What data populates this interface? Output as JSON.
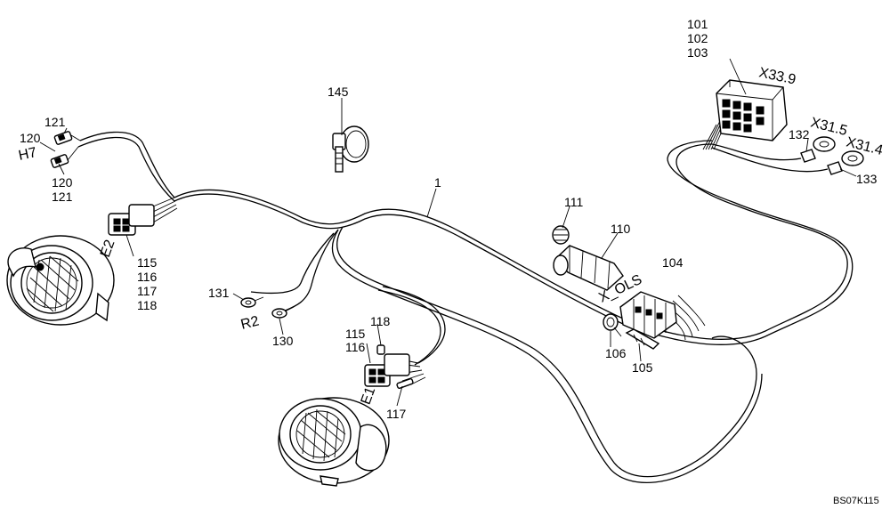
{
  "drawing": {
    "code": "BS07K115"
  },
  "callouts": {
    "harness": "1",
    "rear_connector": [
      "101",
      "102",
      "103"
    ],
    "plug_x_ols": "104",
    "pin_105": "105",
    "seal_106": "106",
    "housing_110": "110",
    "plug_111": "111",
    "e2_parts": [
      "115",
      "116",
      "117",
      "118"
    ],
    "e1_parts_left": [
      "115",
      "116"
    ],
    "e1_part_118": "118",
    "e1_part_117": "117",
    "h7_top": [
      "121",
      "120"
    ],
    "h7_bottom": [
      "120",
      "121"
    ],
    "ring_130": "130",
    "ring_131": "131",
    "ring_132": "132",
    "ring_133": "133",
    "tie_145": "145"
  },
  "connectors": {
    "x33_9": "X33.9",
    "x31_5": "X31.5",
    "x31_4": "X31.4",
    "x_ols": "X_OLS",
    "e1": "E1",
    "e2": "E2",
    "h7": "H7",
    "r2": "R2"
  }
}
